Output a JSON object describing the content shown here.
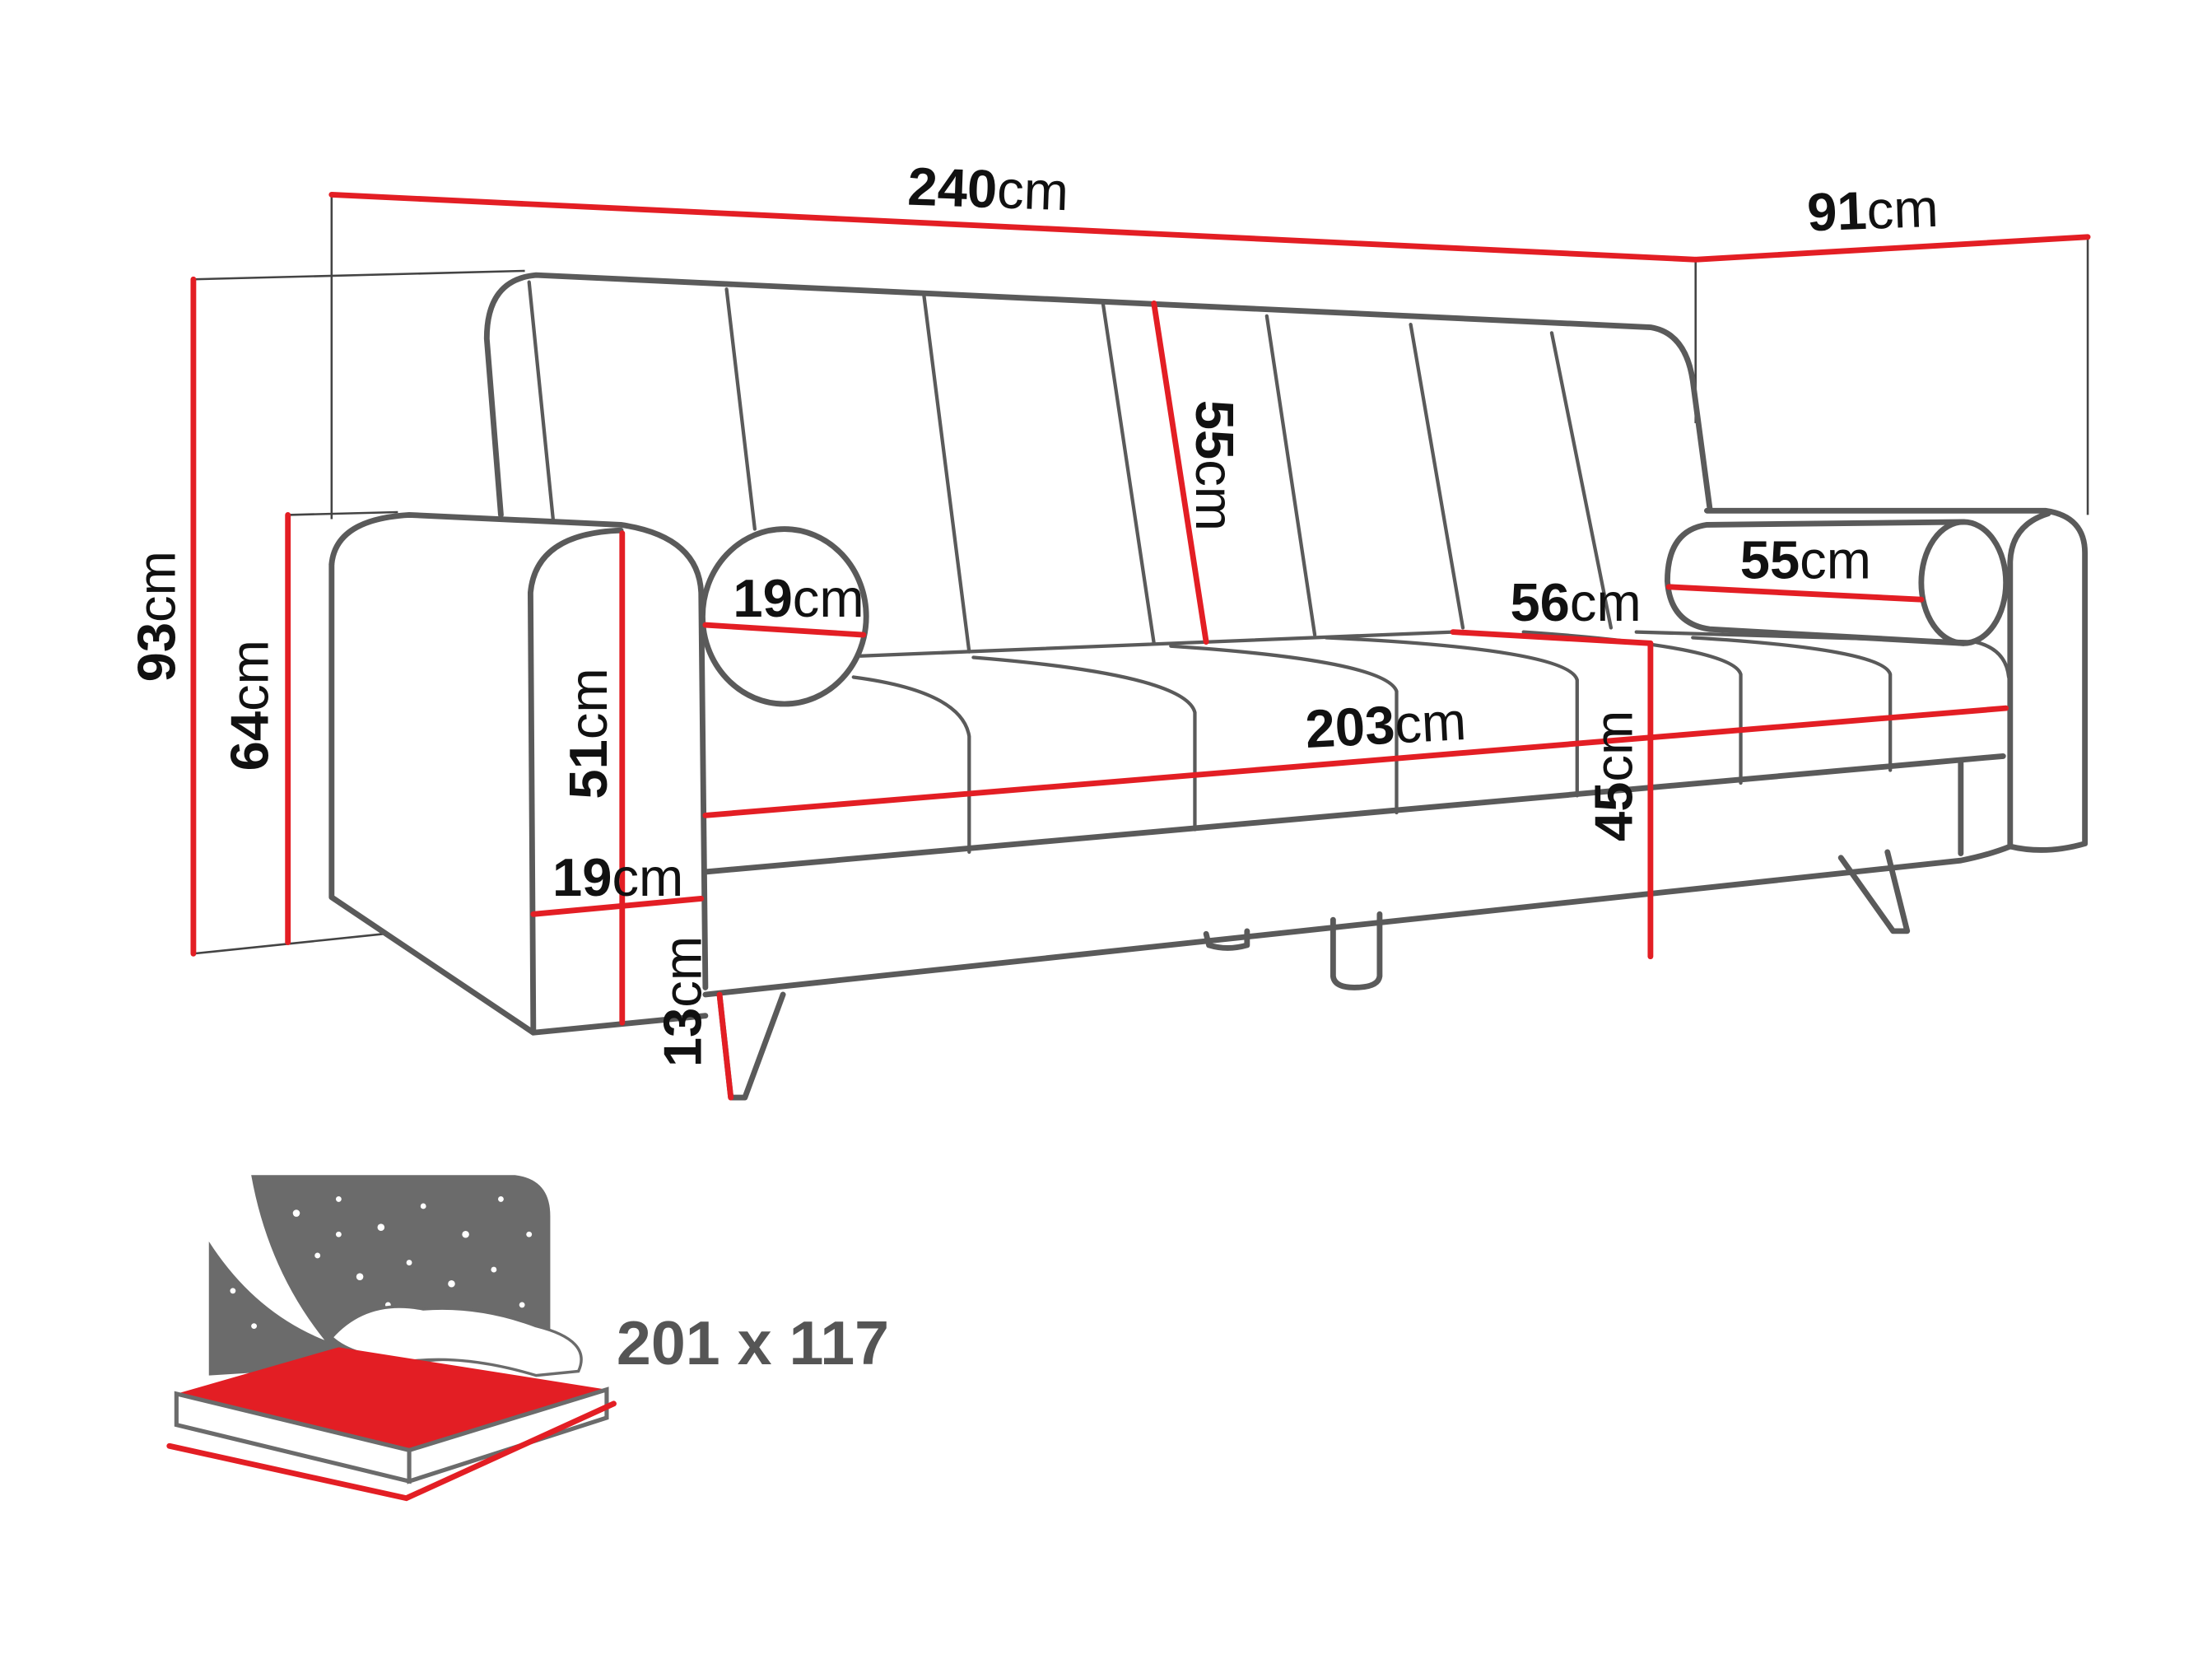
{
  "colors": {
    "outline": "#5a5a5a",
    "dimension_line": "#e31e24",
    "bed_text": "#555555"
  },
  "dimensions": {
    "total_width": {
      "value": "240",
      "unit": "cm"
    },
    "depth": {
      "value": "91",
      "unit": "cm"
    },
    "total_height": {
      "value": "93",
      "unit": "cm"
    },
    "armrest_height": {
      "value": "64",
      "unit": "cm"
    },
    "backrest_height": {
      "value": "55",
      "unit": "cm"
    },
    "bolster_diameter": {
      "value": "19",
      "unit": "cm"
    },
    "seat_depth": {
      "value": "56",
      "unit": "cm"
    },
    "bolster_length": {
      "value": "55",
      "unit": "cm"
    },
    "armrest_inner_height": {
      "value": "51",
      "unit": "cm"
    },
    "seat_width": {
      "value": "203",
      "unit": "cm"
    },
    "seat_height": {
      "value": "45",
      "unit": "cm"
    },
    "armrest_width": {
      "value": "19",
      "unit": "cm"
    },
    "leg_height": {
      "value": "13",
      "unit": "cm"
    }
  },
  "sleeping_area": {
    "label": "201 x 117",
    "icon": "bed-icon"
  }
}
